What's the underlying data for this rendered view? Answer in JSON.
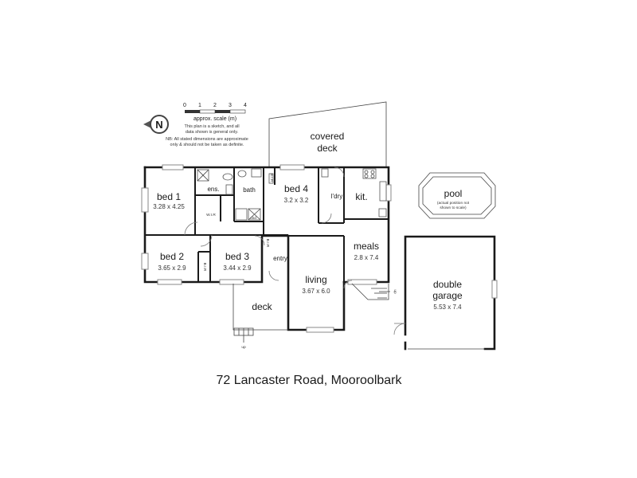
{
  "scale": {
    "ticks": [
      "0",
      "1",
      "2",
      "3",
      "4"
    ],
    "label": "approx. scale (m)",
    "note_lines": [
      "This plan is a sketch, and all",
      "data shown is general only."
    ],
    "disclaimer_lines": [
      "NB: All stated dimensions are approximate",
      "only & should not be taken as definite."
    ]
  },
  "compass": {
    "letter": "N"
  },
  "rooms": {
    "covered_deck": {
      "line1": "covered",
      "line2": "deck"
    },
    "bed1": {
      "name": "bed 1",
      "dims": "3.28 x 4.25"
    },
    "ens": {
      "name": "ens."
    },
    "wir": {
      "name": "W.I.R"
    },
    "bath": {
      "name": "bath"
    },
    "cbd": {
      "name": "cbd"
    },
    "bir_top": {
      "name": "B.I.R"
    },
    "bed4": {
      "name": "bed 4",
      "dims": "3.2 x 3.2"
    },
    "ldry": {
      "name": "l'dry"
    },
    "kit": {
      "name": "kit."
    },
    "meals": {
      "name": "meals",
      "dims": "2.8 x 7.4"
    },
    "bed2": {
      "name": "bed 2",
      "dims": "3.65 x 2.9"
    },
    "bir_bed2": {
      "name": "B.I.R"
    },
    "bed3": {
      "name": "bed 3",
      "dims": "3.44 x 2.9"
    },
    "bir_bed3": {
      "name": "B.I.R"
    },
    "entry": {
      "name": "entry"
    },
    "living": {
      "name": "living",
      "dims": "3.67 x 6.0"
    },
    "deck": {
      "name": "deck"
    },
    "up_main": {
      "name": "up"
    },
    "up_side": {
      "name": "up"
    },
    "pool": {
      "name": "pool",
      "note_lines": [
        "(actual position not",
        "shown to scale)"
      ]
    },
    "garage": {
      "line1": "double",
      "line2": "garage",
      "dims": "5.53 x 7.4"
    }
  },
  "address": "72 Lancaster Road, Mooroolbark"
}
